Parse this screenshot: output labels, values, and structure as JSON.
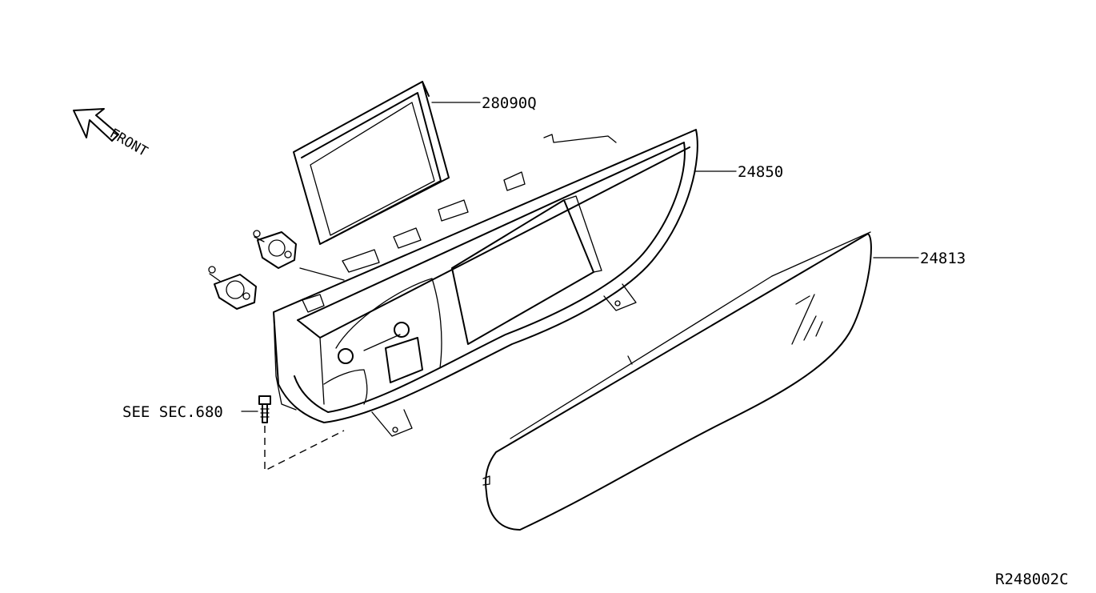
{
  "diagram": {
    "direction_label": "FRONT",
    "callouts": {
      "display": "28090Q",
      "cluster": "24850",
      "lens": "24813",
      "screw": "SEE SEC.680"
    },
    "figure_code": "R248002C"
  },
  "icons": {
    "direction_arrow": "front-arrow-icon"
  }
}
